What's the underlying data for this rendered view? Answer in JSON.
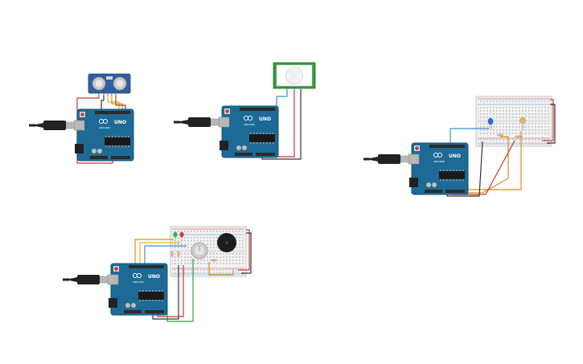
{
  "board": {
    "label": "UNO",
    "brand": "ARDUINO",
    "color": "#1d6a96",
    "header_color": "#2b2b2b",
    "usb_color": "#b8b8b8",
    "cable_color": "#222222"
  },
  "wire_colors": {
    "red": "#c9363b",
    "black": "#333333",
    "orange": "#e3891d",
    "yellow": "#e5b620",
    "blue": "#3b92c6",
    "green": "#3aa04a",
    "brown": "#8a4b22"
  },
  "circuits": [
    {
      "name": "ultrasonic-sensor-circuit",
      "sensor": "ultrasonic-sensor"
    },
    {
      "name": "pir-sensor-circuit",
      "sensor": "pir-motion-sensor"
    },
    {
      "name": "led-photoresistor-circuit",
      "sensor": "breadboard-led-photoresistor"
    },
    {
      "name": "led-buzzer-potentiometer-circuit",
      "sensor": "breadboard-led-buzzer-potentiometer"
    }
  ]
}
